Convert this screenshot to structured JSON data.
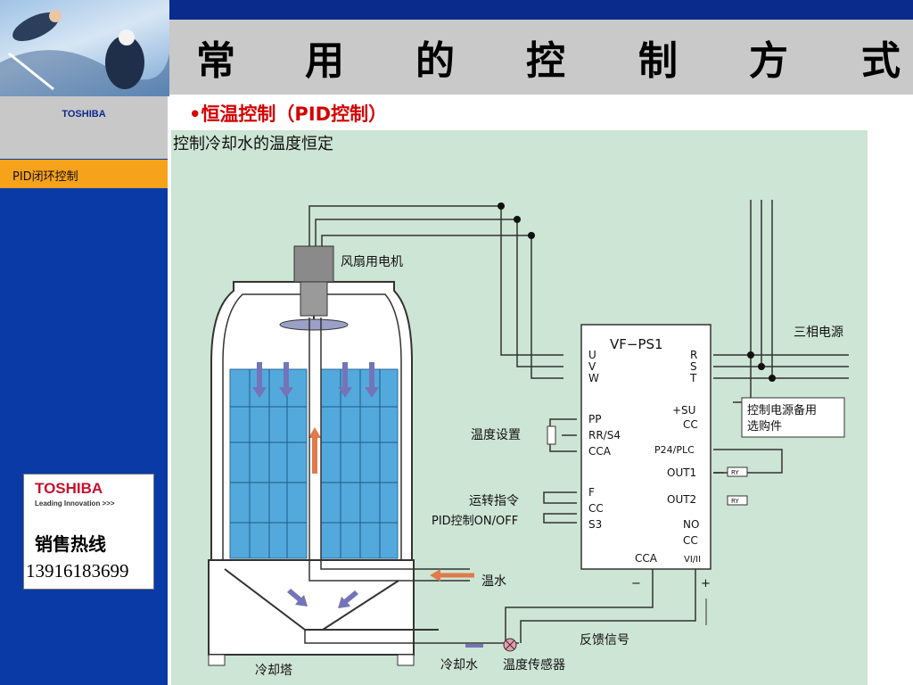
{
  "header": {
    "title_chars": [
      "常",
      "用",
      "的",
      "控",
      "制",
      "方",
      "式"
    ]
  },
  "sidebar": {
    "brand": "TOSHIBA",
    "item_label": "PID闭环控制"
  },
  "promo": {
    "logo": "TOSHIBA",
    "tagline": "Leading Innovation >>>",
    "hotline_label": "销售热线",
    "phone": "13916183699"
  },
  "section": {
    "bullet": "•",
    "heading": "恒温控制（PID控制）",
    "diagram_title": "控制冷却水的温度恒定"
  },
  "diagram": {
    "fan_motor": "风扇用电机",
    "power": "三相电源",
    "inverter": "VF−PS1",
    "terminals_left": [
      "U",
      "V",
      "W",
      "PP",
      "RR/S4",
      "CCA",
      "F",
      "CC",
      "S3"
    ],
    "terminals_right": [
      "R",
      "S",
      "T",
      "+SU",
      "CC",
      "P24/PLC",
      "OUT1",
      "OUT2",
      "NO",
      "CC"
    ],
    "terminal_cca_bottom": "CCA",
    "terminal_vi": "VI/II",
    "minus": "−",
    "plus": "+",
    "ry": "RY",
    "option_line1": "控制电源备用",
    "option_line2": "选购件",
    "temp_setting": "温度设置",
    "run_command": "运转指令",
    "pid_onoff": "PID控制ON/OFF",
    "warm_water": "温水",
    "feedback": "反馈信号",
    "cool_water": "冷却水",
    "sensor": "温度传感器",
    "tower": "冷却塔"
  }
}
